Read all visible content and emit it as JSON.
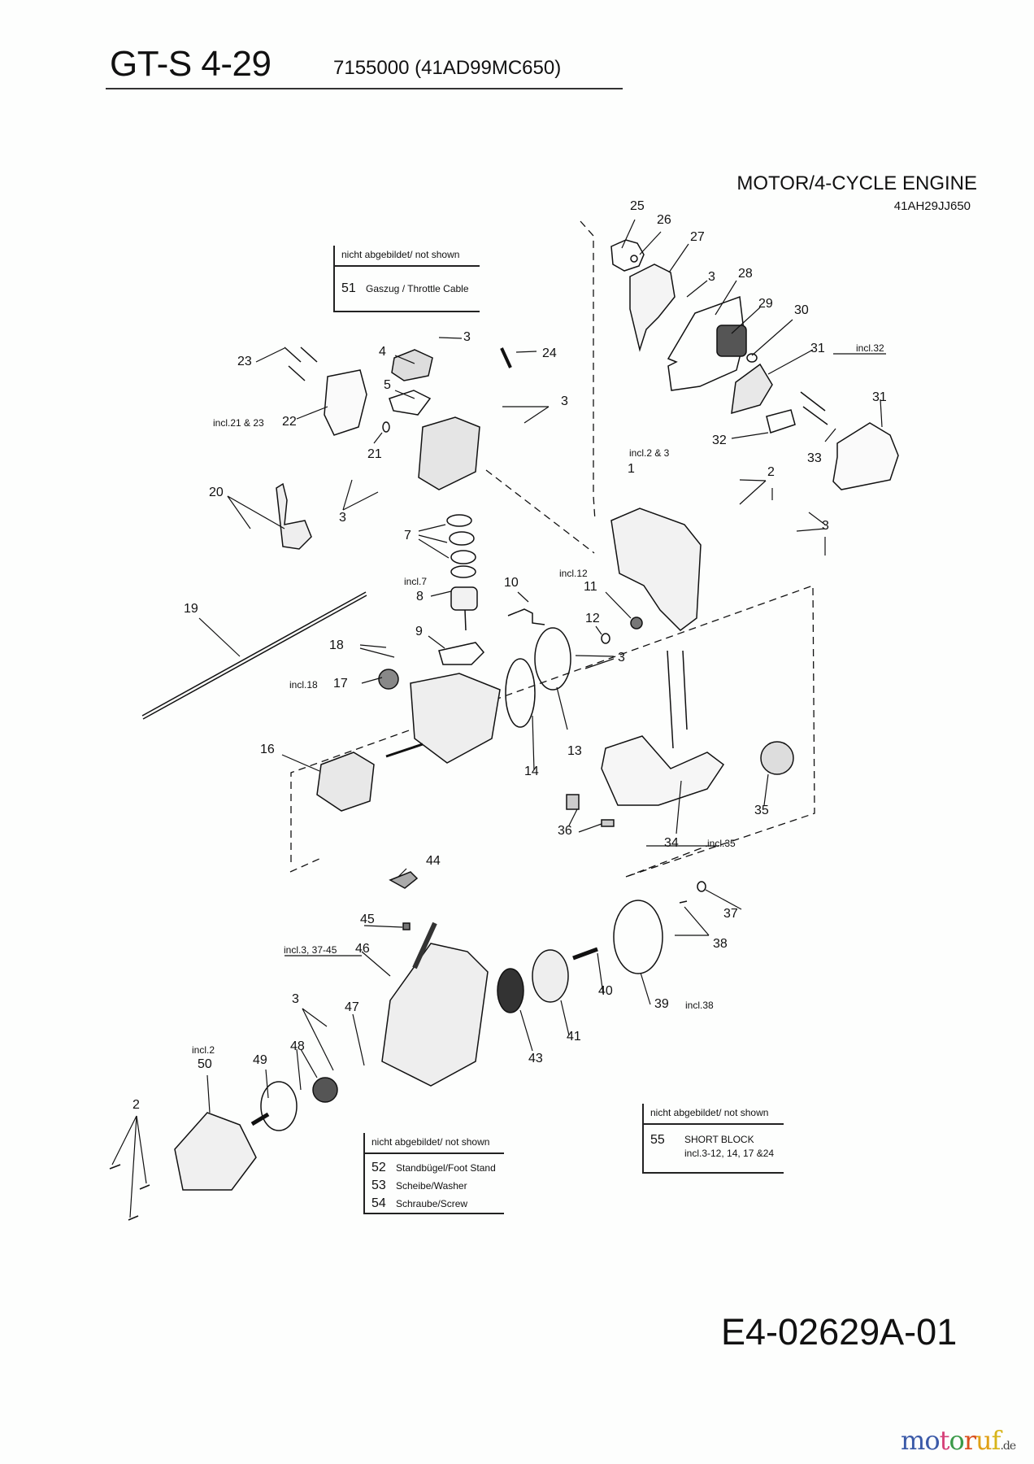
{
  "header": {
    "model": "GT-S 4-29",
    "part_numbers": "7155000   (41AD99MC650)"
  },
  "section": {
    "title": "MOTOR/4-CYCLE ENGINE",
    "code": "41AH29JJ650"
  },
  "not_shown_boxes": [
    {
      "heading": "nicht abgebildet/ not shown",
      "items": [
        {
          "number": "51",
          "text": "Gaszug / Throttle Cable"
        }
      ]
    },
    {
      "heading": "nicht abgebildet/ not shown",
      "items": [
        {
          "number": "52",
          "text": "Standbügel/Foot Stand"
        },
        {
          "number": "53",
          "text": "Scheibe/Washer"
        },
        {
          "number": "54",
          "text": "Schraube/Screw"
        }
      ]
    },
    {
      "heading": "nicht abgebildet/ not shown",
      "items": [
        {
          "number": "55",
          "text": "SHORT BLOCK",
          "subtext": "incl.3-12, 14, 17 &24"
        }
      ]
    }
  ],
  "callouts": {
    "p1": "1",
    "p2a": "2",
    "p2b": "2",
    "p3a": "3",
    "p3b": "3",
    "p3c": "3",
    "p3d": "3",
    "p3e": "3",
    "p3f": "3",
    "p3g": "3",
    "p4": "4",
    "p5": "5",
    "p7": "7",
    "p8": "8",
    "p9": "9",
    "p10": "10",
    "p11": "11",
    "p12": "12",
    "p13": "13",
    "p14": "14",
    "p16": "16",
    "p17": "17",
    "p18": "18",
    "p19": "19",
    "p20": "20",
    "p21": "21",
    "p22": "22",
    "p23": "23",
    "p24": "24",
    "p25": "25",
    "p26": "26",
    "p27": "27",
    "p28": "28",
    "p29": "29",
    "p30": "30",
    "p31a": "31",
    "p31b": "31",
    "p32": "32",
    "p33": "33",
    "p34": "34",
    "p35": "35",
    "p36": "36",
    "p37": "37",
    "p38": "38",
    "p39": "39",
    "p40": "40",
    "p41": "41",
    "p43": "43",
    "p44": "44",
    "p45": "45",
    "p46": "46",
    "p47": "47",
    "p48": "48",
    "p49": "49",
    "p50": "50"
  },
  "includes": {
    "i31": "incl.32",
    "i22": "incl.21 & 23",
    "i1": "incl.2 & 3",
    "i11": "incl.12",
    "i8": "incl.7",
    "i17": "incl.18",
    "i34": "incl.35",
    "i46": "incl.3, 37-45",
    "i39": "incl.38",
    "i50": "incl.2"
  },
  "drawing_number": "E4-02629A-01",
  "logo": {
    "letters": [
      "m",
      "o",
      "t",
      "o",
      "r",
      "u",
      "f"
    ],
    "colors": [
      "#3b5aa8",
      "#3b5aa8",
      "#d6427a",
      "#3a9a48",
      "#d9501f",
      "#e0a016",
      "#d7b51a"
    ],
    "tld": ".de"
  }
}
